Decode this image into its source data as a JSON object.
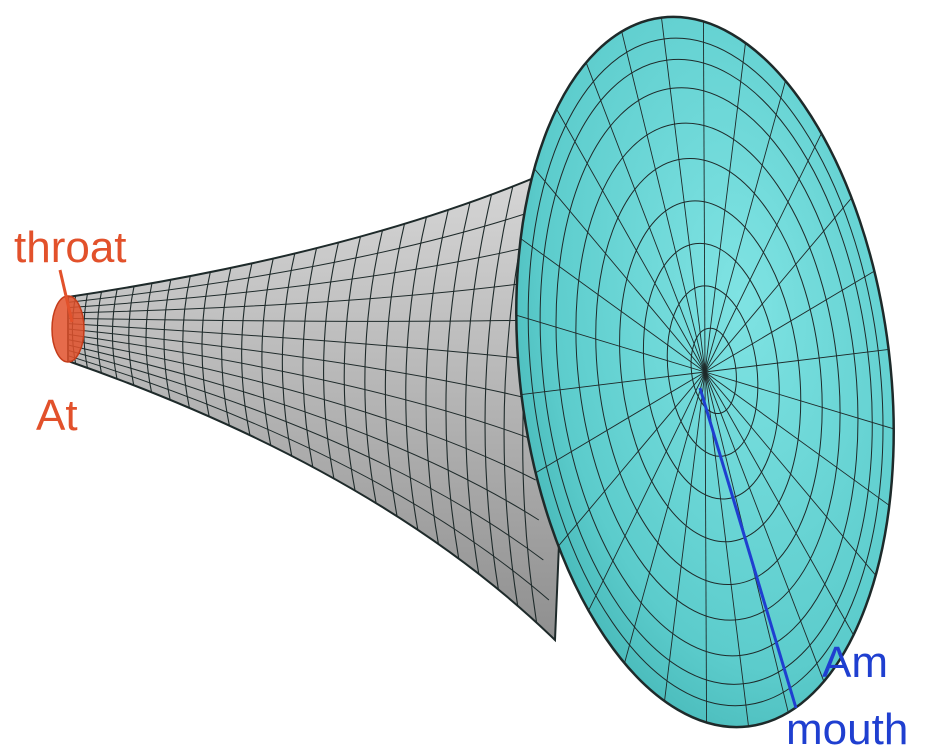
{
  "labels": {
    "throat": "throat",
    "throat_area": "At",
    "mouth": "mouth",
    "mouth_area": "Am"
  },
  "colors": {
    "throat_accent": "#e2512b",
    "mouth_accent": "#1f3fd0",
    "horn_surface": "#b9b9b9",
    "mouth_surface": "#6fd6d6",
    "mesh_line": "#1e2a2a"
  },
  "icons": {
    "horn": "exponential-horn-mesh"
  }
}
